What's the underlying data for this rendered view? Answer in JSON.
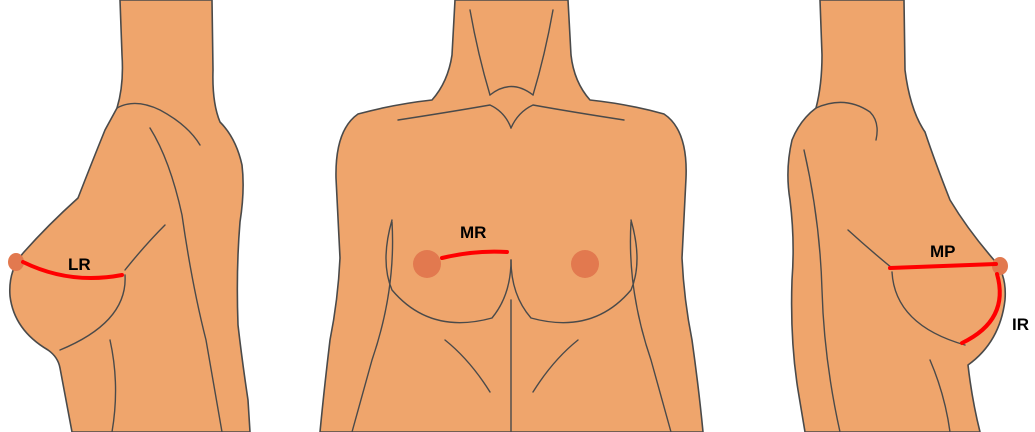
{
  "colors": {
    "background": "#ffffff",
    "skin": "#EFA56C",
    "areola": "#E2794F",
    "outline": "#4a4a4a",
    "incision": "#FF0000",
    "label": "#000000"
  },
  "labels": {
    "left_view": "LR",
    "front_view": "MR",
    "right_view_upper": "MP",
    "right_view_lower": "IR"
  }
}
